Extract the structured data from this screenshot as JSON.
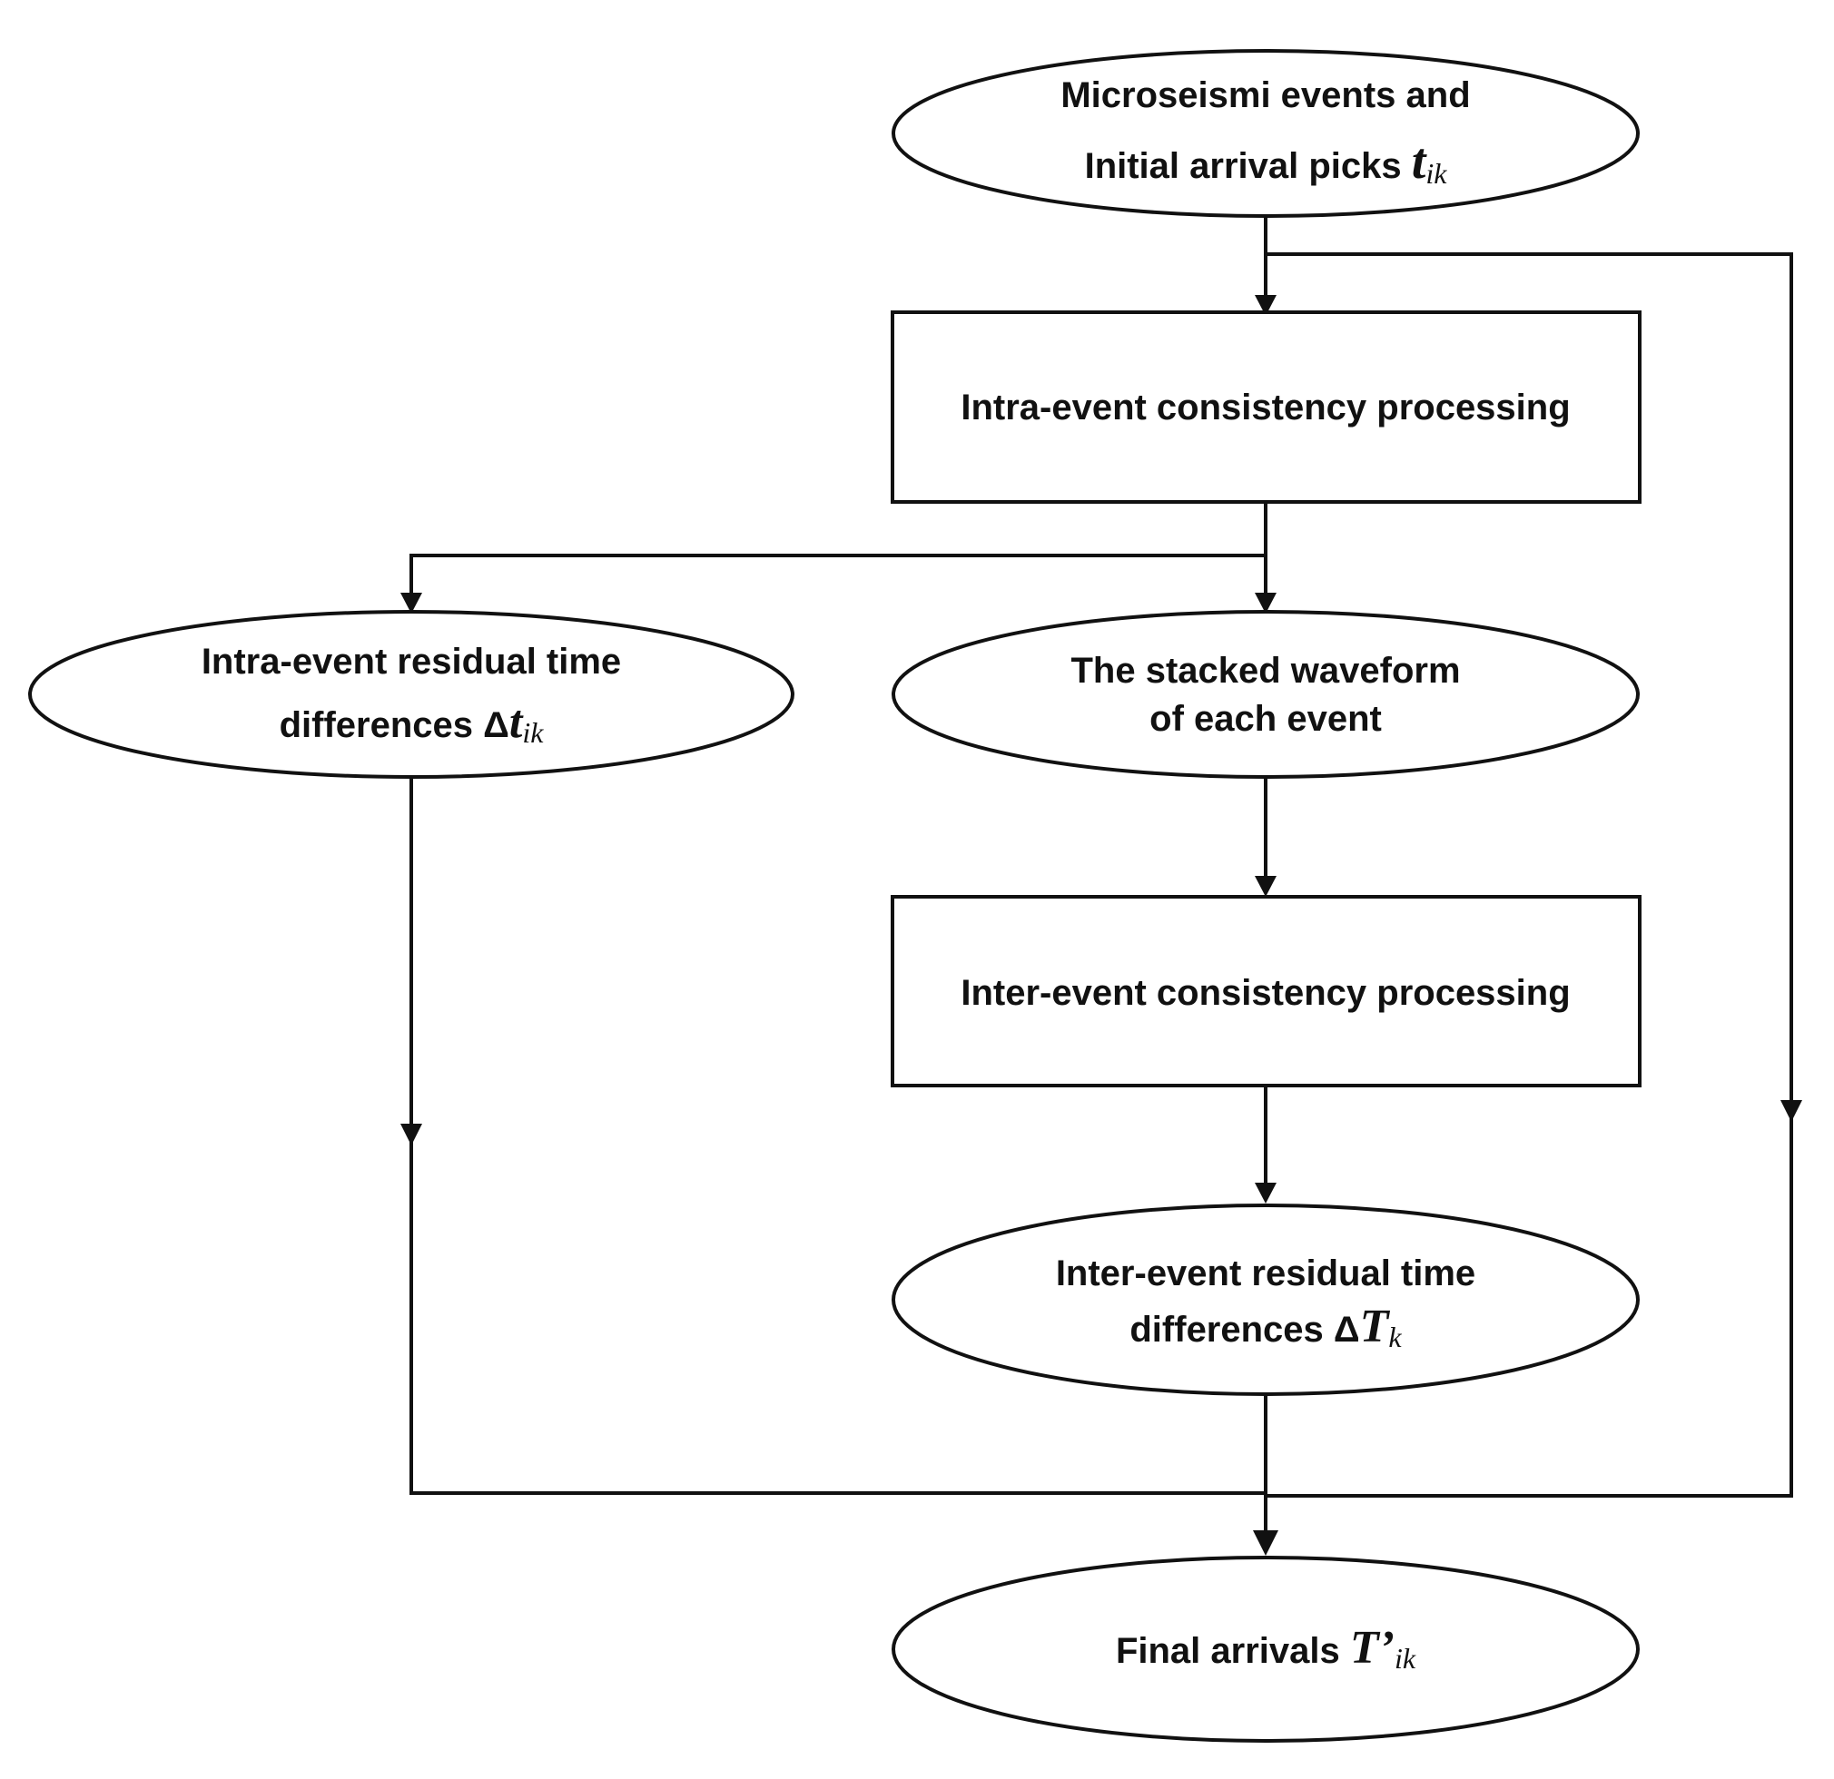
{
  "nodes": {
    "start": {
      "line1": "Microseismi events and",
      "line2": "Initial arrival picks ",
      "sym": "t",
      "sub": "ik"
    },
    "intra_processing": {
      "label": "Intra-event consistency processing"
    },
    "intra_residual": {
      "line1": "Intra-event residual time",
      "line2": "differences ",
      "delta": "Δ",
      "sym": "t",
      "sub": "ik"
    },
    "stacked": {
      "line1": "The stacked waveform",
      "line2": "of each event"
    },
    "inter_processing": {
      "label": "Inter-event consistency processing"
    },
    "inter_residual": {
      "line1": "Inter-event residual time",
      "line2": "differences ",
      "delta": "Δ",
      "sym": "T",
      "sub": "k"
    },
    "final": {
      "text": "Final arrivals ",
      "sym": "T’",
      "sub": "ik"
    }
  },
  "colors": {
    "stroke": "#111111",
    "fill": "#ffffff",
    "text": "#111111"
  }
}
